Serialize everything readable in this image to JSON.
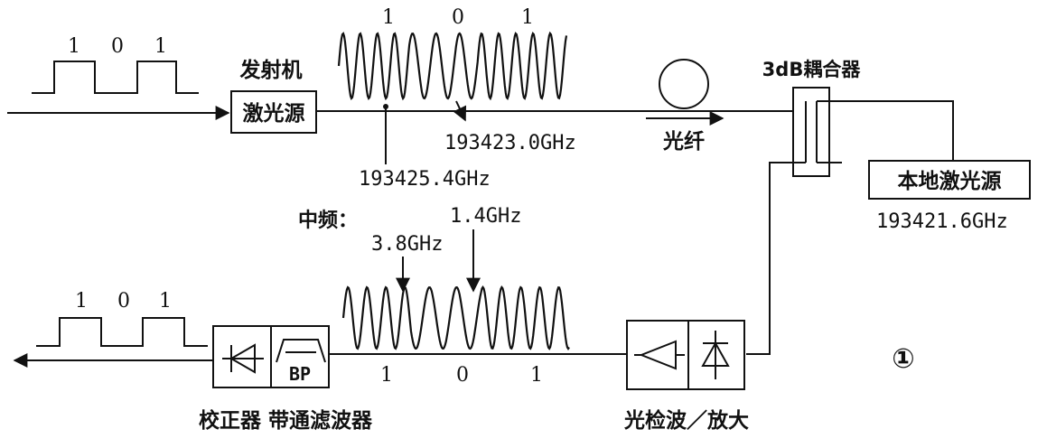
{
  "transmitter": {
    "title": "发射机",
    "laser_label": "激光源",
    "input_bits": [
      "1",
      "0",
      "1"
    ]
  },
  "optical_signal": {
    "bits": [
      "1",
      "0",
      "1"
    ],
    "freq_one": "193425.4GHz",
    "freq_zero": "193423.0GHz"
  },
  "fiber": {
    "label": "光纤"
  },
  "coupler": {
    "label": "3dB耦合器"
  },
  "local_laser": {
    "label": "本地激光源",
    "freq": "193421.6GHz"
  },
  "if_signal": {
    "title": "中频：",
    "freq_one": "3.8GHz",
    "freq_zero": "1.4GHz",
    "bits": [
      "1",
      "0",
      "1"
    ]
  },
  "detector": {
    "label": "光检波／放大"
  },
  "receiver": {
    "bp_text": "BP",
    "label": "校正器 带通滤波器",
    "output_bits": [
      "1",
      "0",
      "1"
    ]
  },
  "figure_number": "①"
}
